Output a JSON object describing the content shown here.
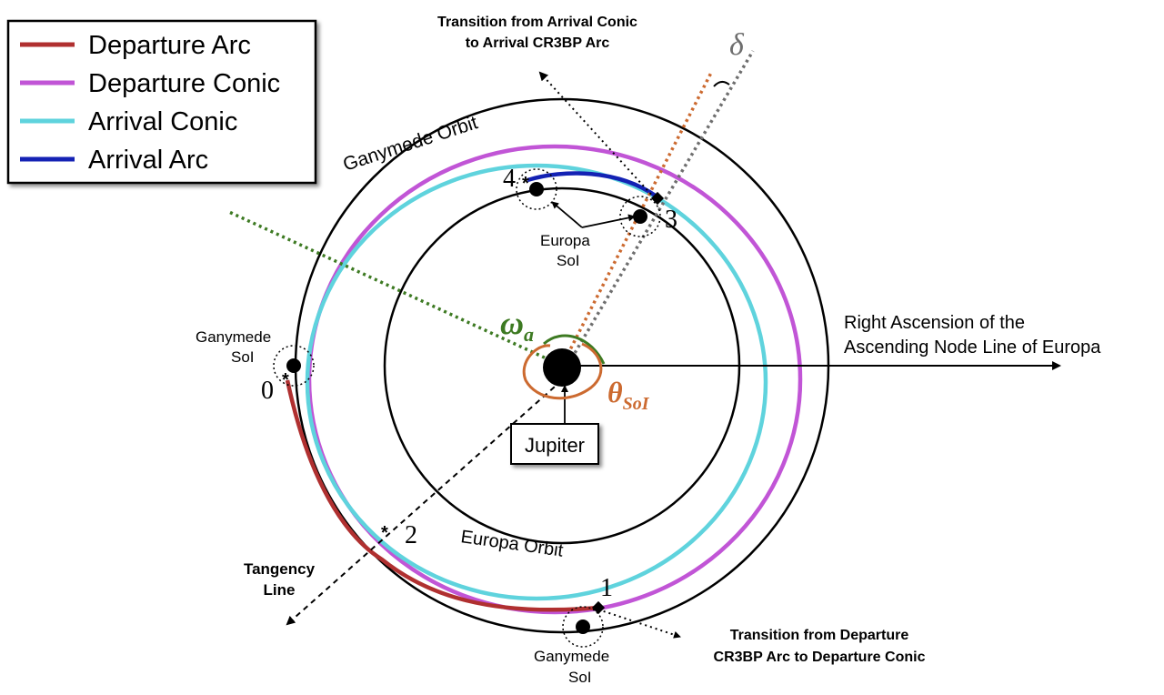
{
  "legend": {
    "items": [
      {
        "label": "Departure Arc",
        "color": "#b03030"
      },
      {
        "label": "Departure Conic",
        "color": "#c155d6"
      },
      {
        "label": "Arrival Conic",
        "color": "#5fd3dd"
      },
      {
        "label": "Arrival Arc",
        "color": "#1422b4"
      }
    ]
  },
  "labels": {
    "ganymede_orbit": "Ganymede Orbit",
    "europa_orbit": "Europa Orbit",
    "europa_soi_1": "Europa",
    "europa_soi_2": "SoI",
    "ganymede_soi_left_1": "Ganymede",
    "ganymede_soi_left_2": "SoI",
    "ganymede_soi_bottom_1": "Ganymede",
    "ganymede_soi_bottom_2": "SoI",
    "jupiter": "Jupiter",
    "ra_line_1": "Right Ascension of the",
    "ra_line_2": "Ascending Node Line of Europa",
    "tangency_1": "Tangency",
    "tangency_2": "Line",
    "transition_arrival_1": "Transition from Arrival Conic",
    "transition_arrival_2": "to Arrival CR3BP Arc",
    "transition_departure_1": "Transition from Departure",
    "transition_departure_2": "CR3BP Arc to Departure Conic",
    "delta": "δ",
    "omega": "ω",
    "omega_sub": "a",
    "theta": "θ",
    "theta_sub": "SoI",
    "pt0": "0",
    "pt1": "1",
    "pt2": "2",
    "pt3": "3",
    "pt4": "4"
  },
  "colors": {
    "departure_arc": "#b03030",
    "departure_conic": "#c155d6",
    "arrival_conic": "#5fd3dd",
    "arrival_arc": "#1422b4",
    "omega_green": "#3d7a22",
    "theta_orange": "#cc6a30",
    "delta_gray": "#6e6e6e"
  }
}
